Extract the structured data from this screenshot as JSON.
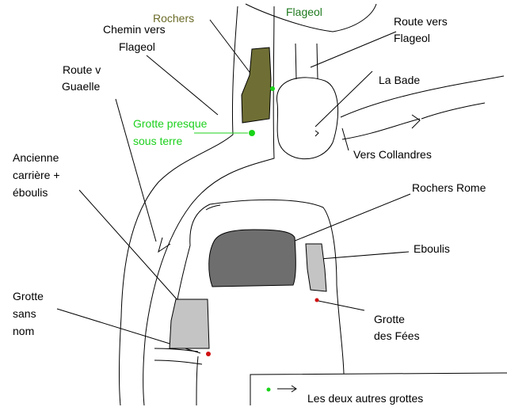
{
  "colors": {
    "background": "#ffffff",
    "line": "#000000",
    "olive_rock": "#6f6f35",
    "dark_rock": "#6e6e6e",
    "light_rock": "#c4c4c4",
    "green_cave": "#19d419",
    "red_cave": "#d01010",
    "green_label": "#1dd01d",
    "dark_green_label": "#1f7a1f",
    "olive_label": "#6b6b28"
  },
  "labels": {
    "rochers": "Rochers",
    "flageol": "Flageol",
    "chemin_vers_flageol": [
      "Chemin vers",
      "Flageol"
    ],
    "route_vers_flageol": [
      "Route vers",
      "Flageol"
    ],
    "route_vers_guaelle": [
      "Route v",
      "Guaelle"
    ],
    "la_bade": "La Bade",
    "grotte_presque_sous_terre": [
      "Grotte presque",
      "sous terre"
    ],
    "vers_collandres": "Vers Collandres",
    "ancienne_carriere_eboulis": [
      "Ancienne",
      "carrière +",
      "éboulis"
    ],
    "rochers_rome": "Rochers Rome",
    "eboulis": "Eboulis",
    "grotte_sans_nom": [
      "Grotte",
      "sans",
      "nom"
    ],
    "grotte_des_fees": [
      "Grotte",
      "des Fées"
    ]
  },
  "legend": {
    "marker": "green-dot-arrow-icon",
    "text": "Les deux autres grottes"
  }
}
